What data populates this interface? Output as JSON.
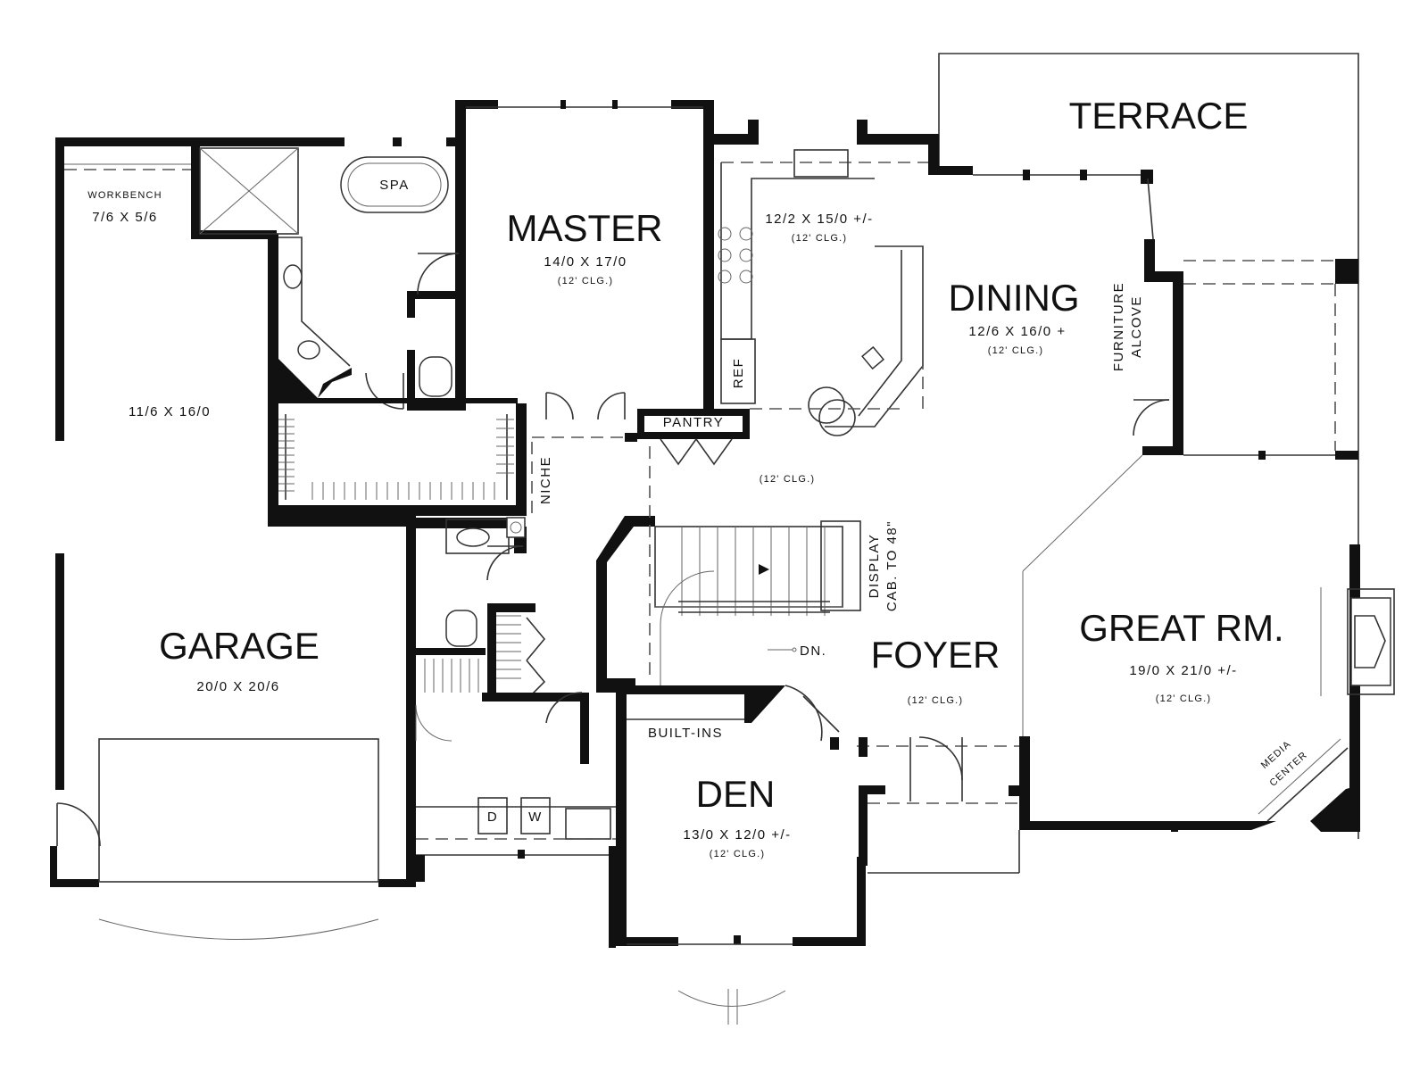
{
  "plan": {
    "rooms": {
      "terrace": {
        "name": "TERRACE"
      },
      "master": {
        "name": "MASTER",
        "dims": "14/0  X  17/0",
        "ceiling": "(12' CLG.)"
      },
      "kitchen": {
        "dims": "12/2  X  15/0 +/-",
        "ceiling": "(12' CLG.)"
      },
      "dining": {
        "name": "DINING",
        "dims": "12/6  X  16/0 +",
        "ceiling": "(12' CLG.)"
      },
      "garage": {
        "name": "GARAGE",
        "dims": "20/0  X  20/6"
      },
      "storage": {
        "dims": "11/6  X  16/0"
      },
      "workbench": {
        "name": "WORKBENCH",
        "dims": "7/6  X  5/6"
      },
      "great_rm": {
        "name": "GREAT RM.",
        "dims": "19/0  X  21/0 +/-",
        "ceiling": "(12' CLG.)"
      },
      "foyer": {
        "name": "FOYER",
        "ceiling": "(12' CLG.)"
      },
      "den": {
        "name": "DEN",
        "dims": "13/0  X  12/0 +/-",
        "ceiling": "(12' CLG.)"
      },
      "hall": {
        "ceiling": "(12' CLG.)"
      }
    },
    "labels": {
      "spa": "SPA",
      "pantry": "PANTRY",
      "ref": "REF",
      "niche": "NICHE",
      "display_line1": "DISPLAY",
      "display_line2": "CAB. TO 48\"",
      "furniture_line1": "FURNITURE",
      "furniture_line2": "ALCOVE",
      "dn": "DN.",
      "built_ins": "BUILT-INS",
      "media_line1": "MEDIA",
      "media_line2": "CENTER",
      "dryer": "D",
      "washer": "W"
    }
  }
}
